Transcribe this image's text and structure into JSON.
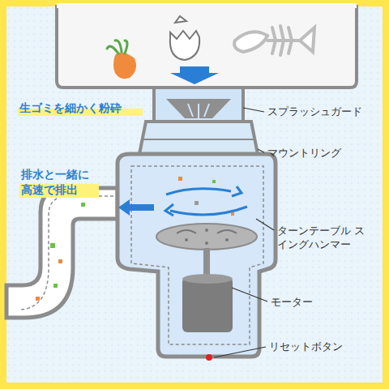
{
  "diagram": {
    "labels": [
      "生ゴミを細かく粉砕",
      "排水と一緒に 高速で排出",
      "スプラッシュガード",
      "マウントリング",
      "ターンテーブル スイングハンマー",
      "モーター",
      "リセットボタン"
    ]
  }
}
